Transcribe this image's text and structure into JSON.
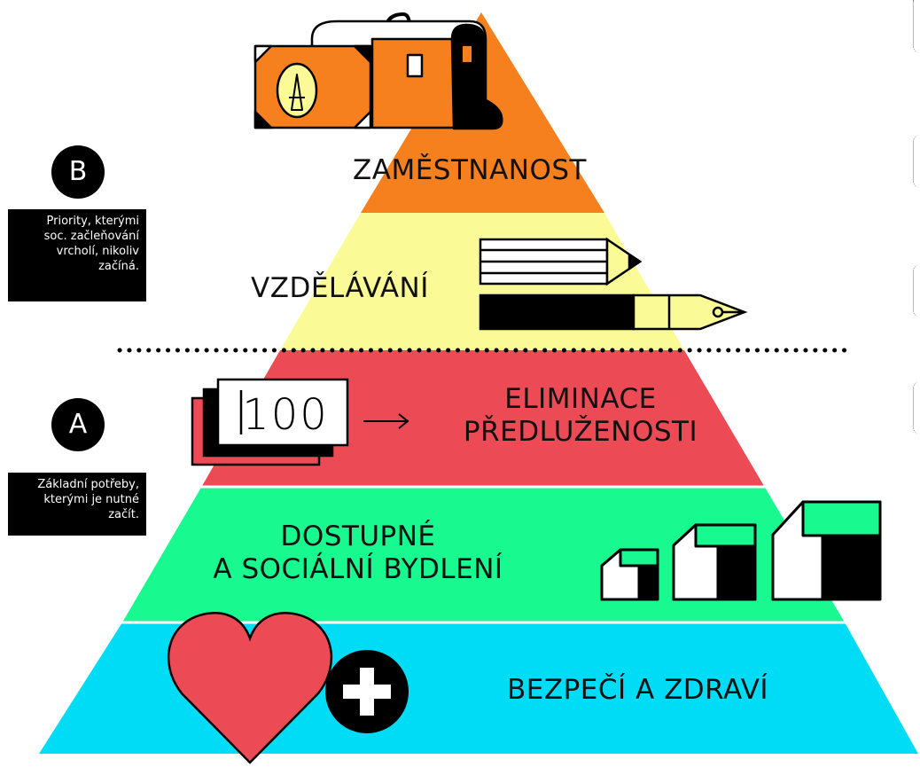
{
  "tiers": {
    "employment": {
      "label": "ZAMĚSTNANOST",
      "color": "#f7801e"
    },
    "education": {
      "label": "VZDĚLÁVÁNÍ",
      "color": "#fafa96"
    },
    "debt": {
      "line1": "ELIMINACE",
      "line2": "PŘEDLUŽENOSTI",
      "color": "#ec4a55"
    },
    "housing": {
      "line1": "DOSTUPNÉ",
      "line2": "A SOCIÁLNÍ BYDLENÍ",
      "color": "#18f98f"
    },
    "health": {
      "label": "BEZPEČÍ A ZDRAVÍ",
      "color": "#00dcf5"
    }
  },
  "group_b": {
    "badge": "B",
    "note_lines": [
      "Priority, kterými",
      "soc. začleňování",
      "vrcholí, nikoliv",
      "začíná."
    ]
  },
  "group_a": {
    "badge": "A",
    "note_lines": [
      "Základní potřeby,",
      "kterými je nutné",
      "začít."
    ]
  },
  "banknote": {
    "value": "100"
  },
  "icons": [
    "suitcase-icon",
    "pencil-icon",
    "fountain-pen-icon",
    "banknote-stack-icon",
    "arrow-right-icon",
    "house-icon",
    "heart-icon",
    "plus-icon"
  ],
  "colors": {
    "outline": "#000000",
    "separator": "#000000",
    "background": "#ffffff"
  }
}
